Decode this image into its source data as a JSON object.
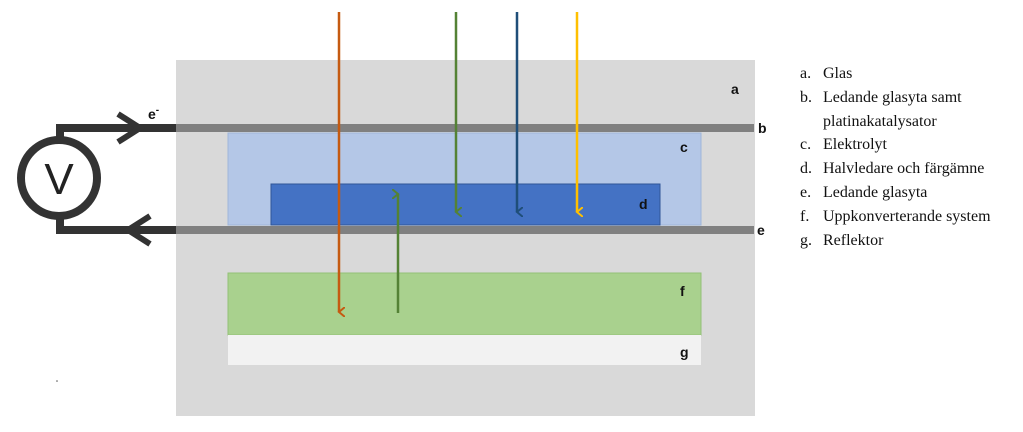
{
  "labels": {
    "a": "a",
    "b": "b",
    "c": "c",
    "d": "d",
    "e": "e",
    "f": "f",
    "g": "g",
    "electron": "e",
    "electron_sup": "-",
    "voltmeter": "V"
  },
  "legend": [
    {
      "key": "a.",
      "text": "Glas"
    },
    {
      "key": "b.",
      "text": "Ledande glasyta samt platinakatalysator"
    },
    {
      "key": "c.",
      "text": "Elektrolyt"
    },
    {
      "key": "d.",
      "text": "Halvledare och färgämne"
    },
    {
      "key": "e.",
      "text": "Ledande glasyta"
    },
    {
      "key": "f.",
      "text": "Uppkonverterande system"
    },
    {
      "key": "g.",
      "text": "Reflektor"
    }
  ],
  "colors": {
    "glass": "#d9d9d9",
    "conductive": "#808080",
    "electrolyte": "#b4c7e7",
    "semiconductor": "#4472c4",
    "upconverter": "#a9d18e",
    "reflector": "#f2f2f2",
    "wire": "#333333",
    "ray_orange": "#c55a11",
    "ray_green": "#548235",
    "ray_blue": "#1f4e79",
    "ray_yellow": "#ffc000"
  }
}
